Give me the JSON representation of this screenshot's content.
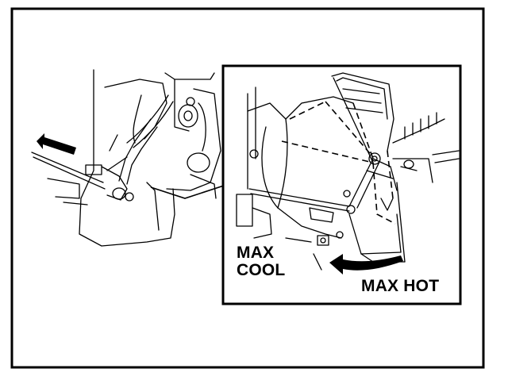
{
  "labels": {
    "max_cool_line1": "MAX",
    "max_cool_line2": "COOL",
    "max_hot": "MAX HOT"
  },
  "colors": {
    "ink": "#000000",
    "paper": "#ffffff"
  },
  "icons": {
    "pull_direction": "arrow-left-icon",
    "rotation_direction": "curved-arrow-left-icon"
  }
}
